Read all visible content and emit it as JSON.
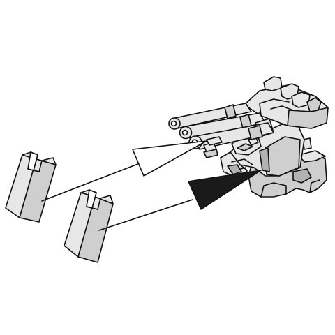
{
  "diagram": {
    "type": "assembly-instruction",
    "colors": {
      "outline": "#111111",
      "part_fill": "#e7e7e7",
      "part_shade": "#cfcfcf",
      "part_dark": "#b2b2b2",
      "background": "#ffffff",
      "arrow_open": "#ffffff",
      "arrow_solid": "#1a1a1a"
    },
    "components": [
      {
        "name": "twin-barrel-gun-turret",
        "role": "assembly"
      },
      {
        "name": "notched-block-a",
        "role": "loose-part"
      },
      {
        "name": "notched-block-b",
        "role": "loose-part"
      }
    ],
    "arrows": [
      {
        "style": "open",
        "from": "notched-block-a",
        "to": "turret-barrel-mount"
      },
      {
        "style": "solid",
        "from": "notched-block-b",
        "to": "turret-base"
      }
    ],
    "labels": []
  }
}
